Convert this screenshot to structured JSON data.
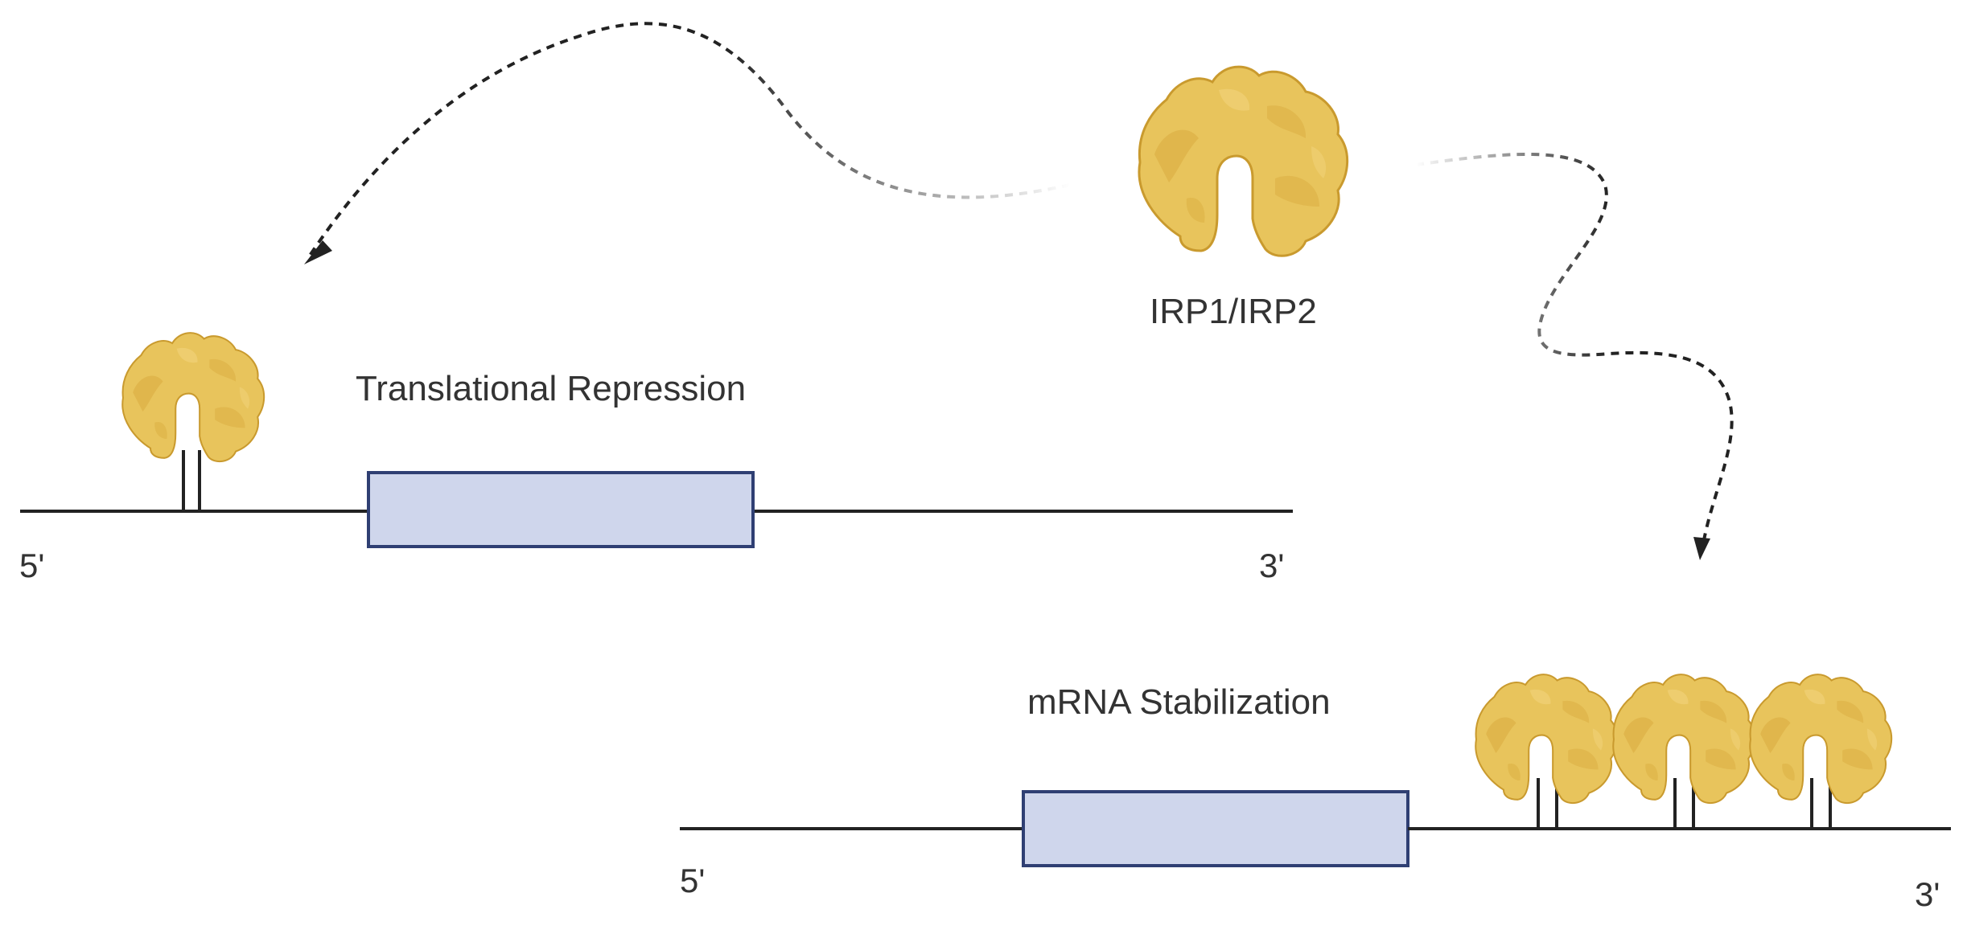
{
  "labels": {
    "protein": "IRP1/IRP2",
    "top_pathway": "Translational Repression",
    "bottom_pathway": "mRNA Stabilization",
    "top_five_prime": "5'",
    "top_three_prime": "3'",
    "bottom_five_prime": "5'",
    "bottom_three_prime": "3'"
  },
  "colors": {
    "protein_fill": "#e8c45c",
    "protein_shade": "#d9ac3f",
    "protein_edge": "#c99a2e",
    "cds_fill": "#cfd6ec",
    "cds_edge": "#2f3f73",
    "strand": "#222222",
    "arrow": "#222222",
    "text": "#333333"
  },
  "icons": {
    "protein": "irp-protein-blob-icon",
    "arrow_head": "arrowhead-icon"
  }
}
